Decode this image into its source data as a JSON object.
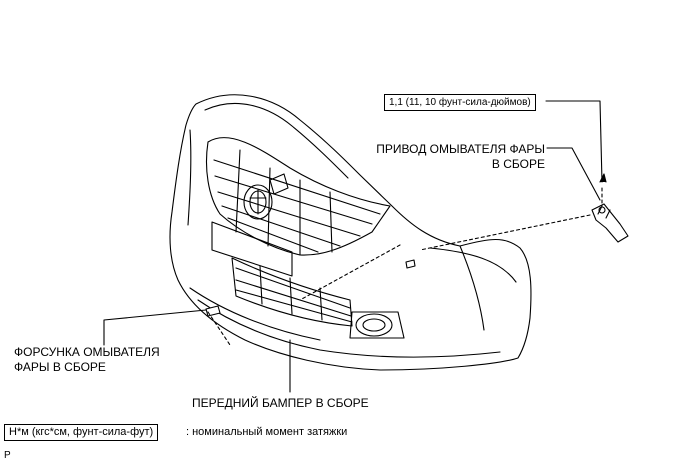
{
  "callouts": {
    "torque_spec": "1,1 (11, 10 фунт-сила-дюймов)",
    "actuator_line1": "ПРИВОД ОМЫВАТЕЛЯ ФАРЫ",
    "actuator_line2": "В СБОРЕ",
    "nozzle_line1": "ФОРСУНКА ОМЫВАТЕЛЯ",
    "nozzle_line2": "ФАРЫ В СБОРЕ",
    "bumper": "ПЕРЕДНИЙ БАМПЕР В СБОРЕ"
  },
  "legend": {
    "units": "Н*м (кгс*см, фунт-сила-фут)",
    "description": ": номинальный момент затяжки"
  },
  "footer_mark": "P"
}
